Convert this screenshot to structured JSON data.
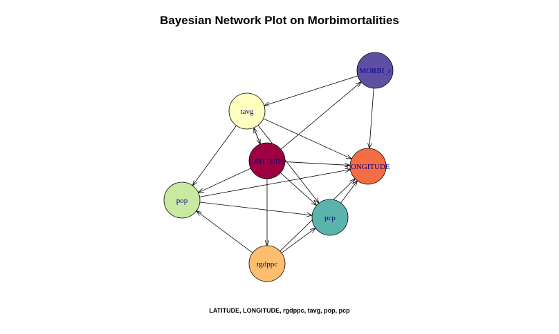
{
  "title": "Bayesian Network Plot on Morbimortalities",
  "caption": "LATITUDE, LONGITUDE, rgdppc, tavg, pop, pcp",
  "nodes": [
    {
      "id": "MORBI",
      "label": "MORBI_r",
      "color": "#5e4fa2"
    },
    {
      "id": "tavg",
      "label": "tavg",
      "color": "#ffffbf"
    },
    {
      "id": "LATITUDE",
      "label": "LATITUDE",
      "color": "#9e0142"
    },
    {
      "id": "LONGITUDE",
      "label": "LONGITUDE",
      "color": "#f46d43"
    },
    {
      "id": "pop",
      "label": "pop",
      "color": "#c7e9a0"
    },
    {
      "id": "pcp",
      "label": "pcp",
      "color": "#5ab4ac"
    },
    {
      "id": "rgdppc",
      "label": "rgdppc",
      "color": "#fdbf6f"
    }
  ],
  "edges": [
    [
      "MORBI",
      "tavg"
    ],
    [
      "MORBI",
      "LONGITUDE"
    ],
    [
      "LATITUDE",
      "MORBI"
    ],
    [
      "LATITUDE",
      "tavg"
    ],
    [
      "tavg",
      "LATITUDE"
    ],
    [
      "tavg",
      "LONGITUDE"
    ],
    [
      "tavg",
      "pop"
    ],
    [
      "tavg",
      "pcp"
    ],
    [
      "LATITUDE",
      "LONGITUDE"
    ],
    [
      "LATITUDE",
      "pop"
    ],
    [
      "LATITUDE",
      "pcp"
    ],
    [
      "LATITUDE",
      "rgdppc"
    ],
    [
      "pop",
      "LONGITUDE"
    ],
    [
      "pop",
      "pcp"
    ],
    [
      "rgdppc",
      "pop"
    ],
    [
      "rgdppc",
      "pcp"
    ],
    [
      "rgdppc",
      "LONGITUDE"
    ],
    [
      "pcp",
      "LONGITUDE"
    ]
  ]
}
